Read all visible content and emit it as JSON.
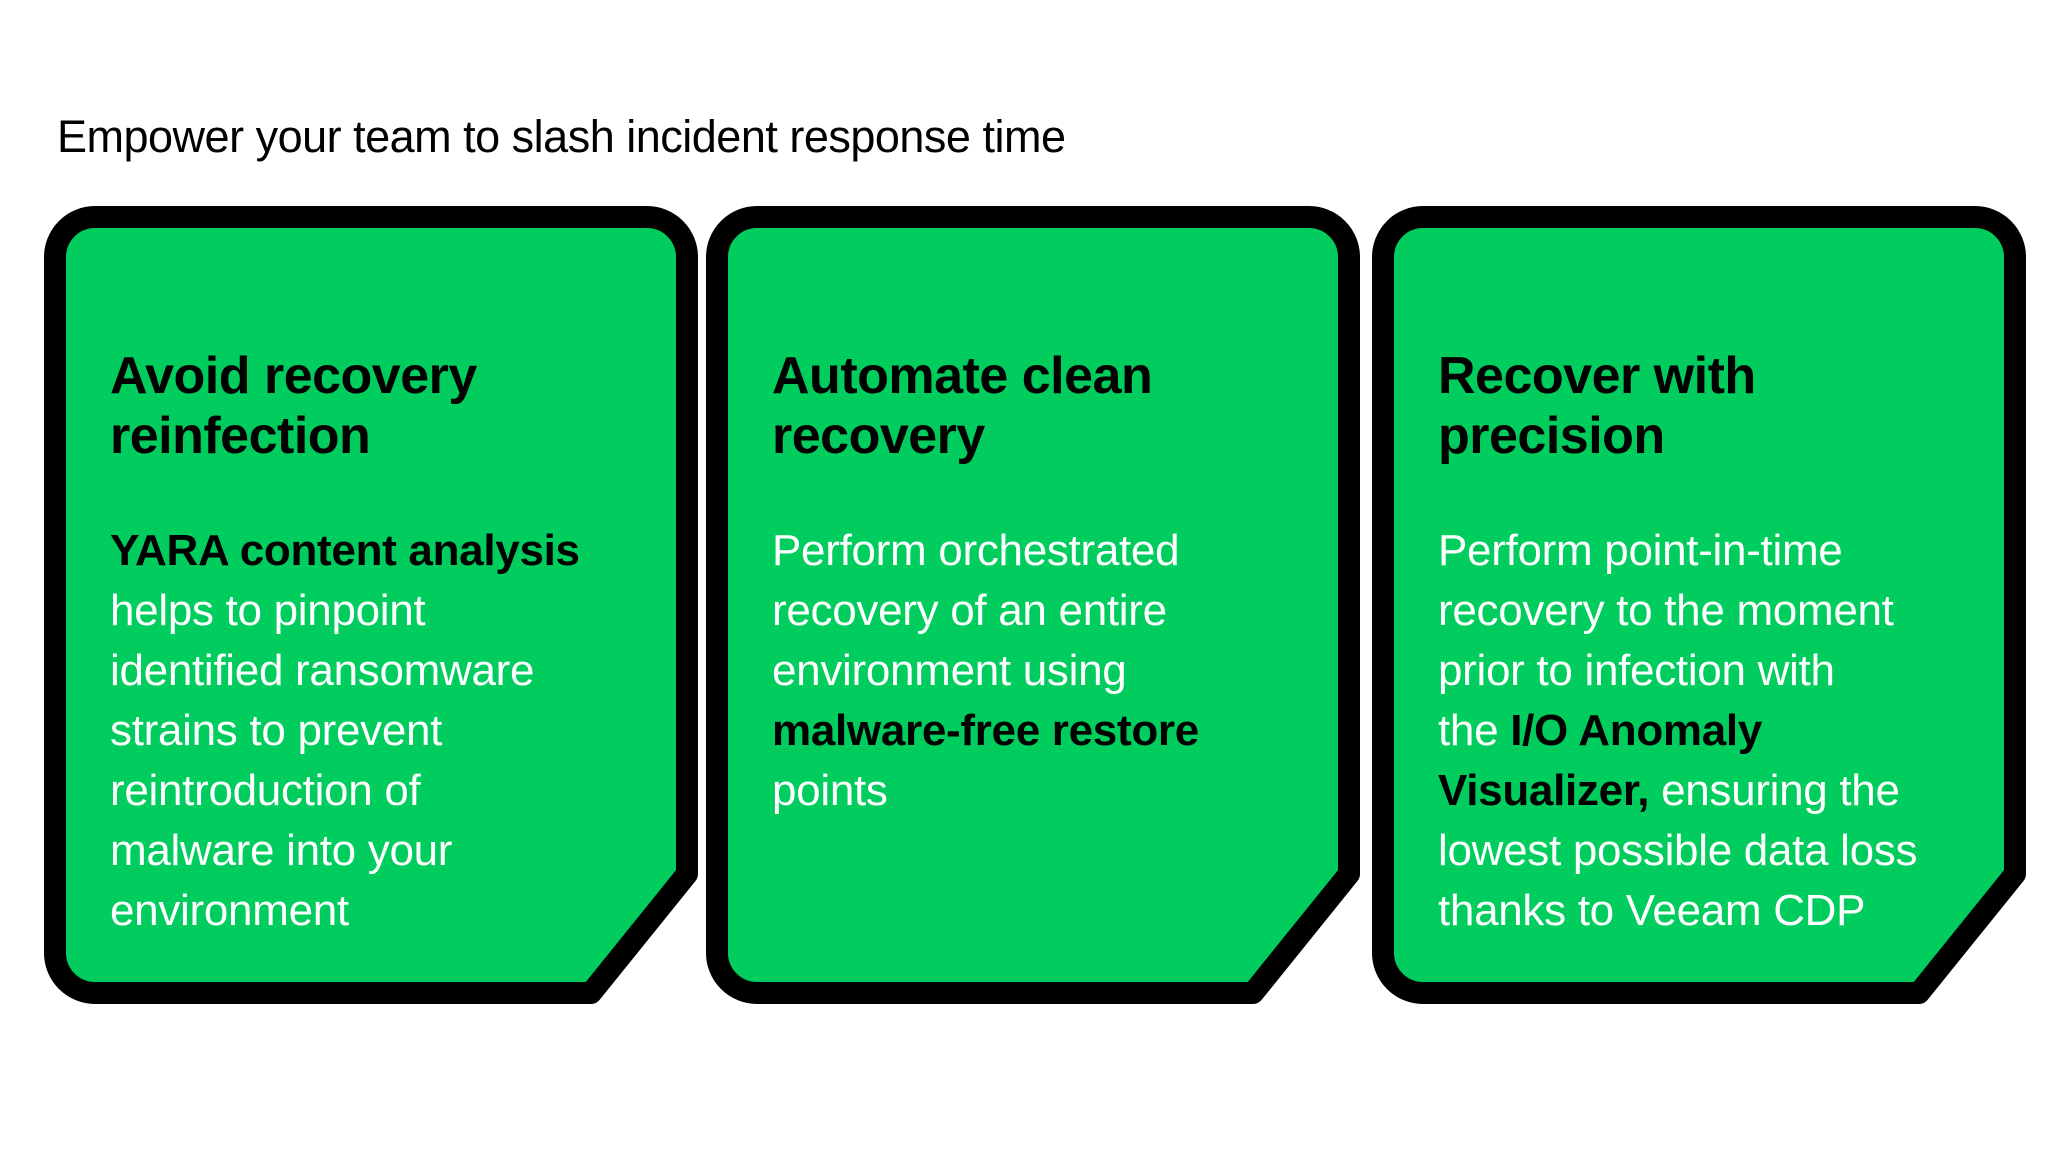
{
  "heading": "Empower your team to slash incident response time",
  "colors": {
    "card_green": "#00CD5E",
    "card_border": "#000000",
    "title_text": "#000000",
    "body_text": "#ffffff"
  },
  "cards": [
    {
      "id": "avoid-recovery-reinfection",
      "title": "Avoid recovery\nreinfection",
      "body_segments": [
        {
          "text": "YARA content analysis",
          "bold": true
        },
        {
          "text": "\nhelps to pinpoint\nidentified ransomware\nstrains to prevent\nreintroduction of\nmalware into your\nenvironment",
          "bold": false
        }
      ]
    },
    {
      "id": "automate-clean-recovery",
      "title": "Automate clean\nrecovery",
      "body_segments": [
        {
          "text": "Perform orchestrated\nrecovery of an entire\nenvironment using\n",
          "bold": false
        },
        {
          "text": "malware-free restore",
          "bold": true
        },
        {
          "text": "\npoints",
          "bold": false
        }
      ]
    },
    {
      "id": "recover-with-precision",
      "title": "Recover with\nprecision",
      "body_segments": [
        {
          "text": "Perform point-in-time\nrecovery to the moment\nprior to infection with\nthe ",
          "bold": false
        },
        {
          "text": "I/O Anomaly\nVisualizer,",
          "bold": true
        },
        {
          "text": " ensuring the\nlowest possible data loss\nthanks to Veeam CDP",
          "bold": false
        }
      ]
    }
  ]
}
